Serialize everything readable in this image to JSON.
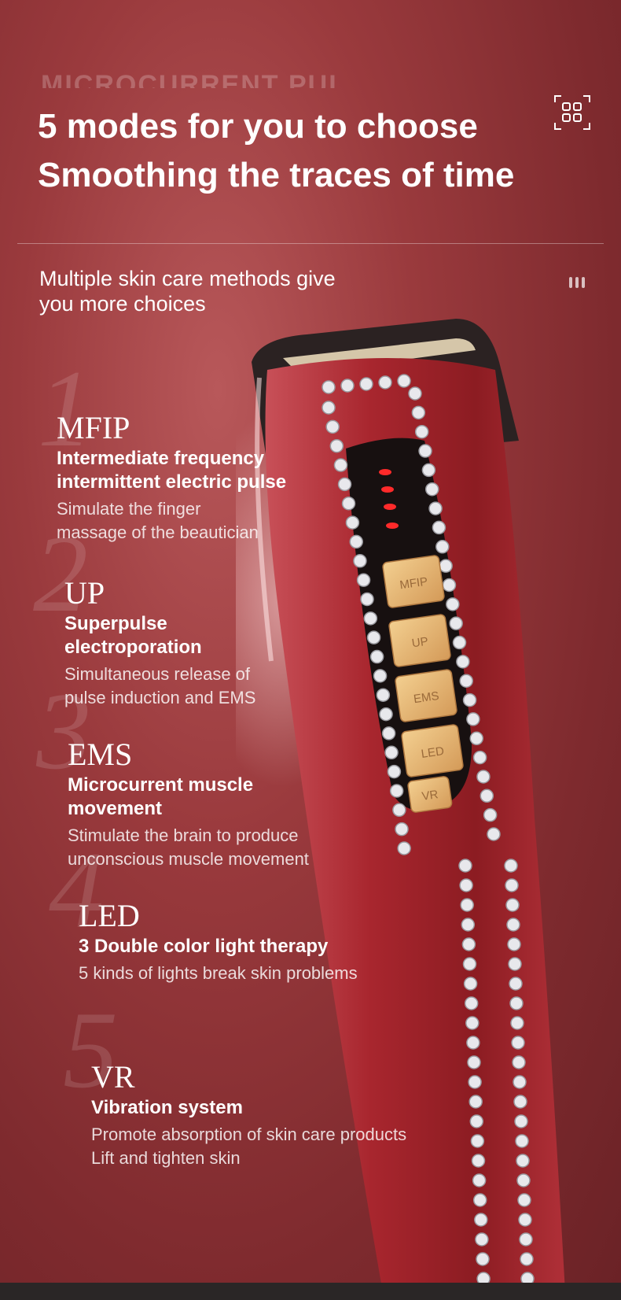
{
  "background_text": "MICROCURRENT PUL",
  "headline": {
    "line1": "5 modes for you to choose",
    "line2": "Smoothing the traces of time"
  },
  "subheading": {
    "line1": "Multiple skin care methods give",
    "line2": "you more choices"
  },
  "device_labels": [
    "MFIP",
    "UP",
    "EMS",
    "LED",
    "VR"
  ],
  "modes": [
    {
      "number": "1",
      "name": "MFIP",
      "title1": "Intermediate frequency",
      "title2": "intermittent electric pulse",
      "desc1": "Simulate the finger",
      "desc2": "massage of the beautician"
    },
    {
      "number": "2",
      "name": "UP",
      "title1": "Superpulse",
      "title2": "electroporation",
      "desc1": "Simultaneous release of",
      "desc2": "pulse induction and EMS"
    },
    {
      "number": "3",
      "name": "EMS",
      "title1": "Microcurrent muscle",
      "title2": "movement",
      "desc1": "Stimulate the brain to produce",
      "desc2": "unconscious muscle movement"
    },
    {
      "number": "4",
      "name": "LED",
      "title1": "3 Double color light therapy",
      "title2": "",
      "desc1": "5 kinds of lights break skin problems",
      "desc2": ""
    },
    {
      "number": "5",
      "name": "VR",
      "title1": "Vibration system",
      "title2": "",
      "desc1": "Promote absorption of skin care products",
      "desc2": "Lift and tighten skin"
    }
  ],
  "colors": {
    "background": "#8e3236",
    "device_body": "#a02a30",
    "gold": "#e0b070",
    "led_red": "#ff2a2a"
  },
  "icons": [
    "scan-icon",
    "more-dots-icon"
  ]
}
